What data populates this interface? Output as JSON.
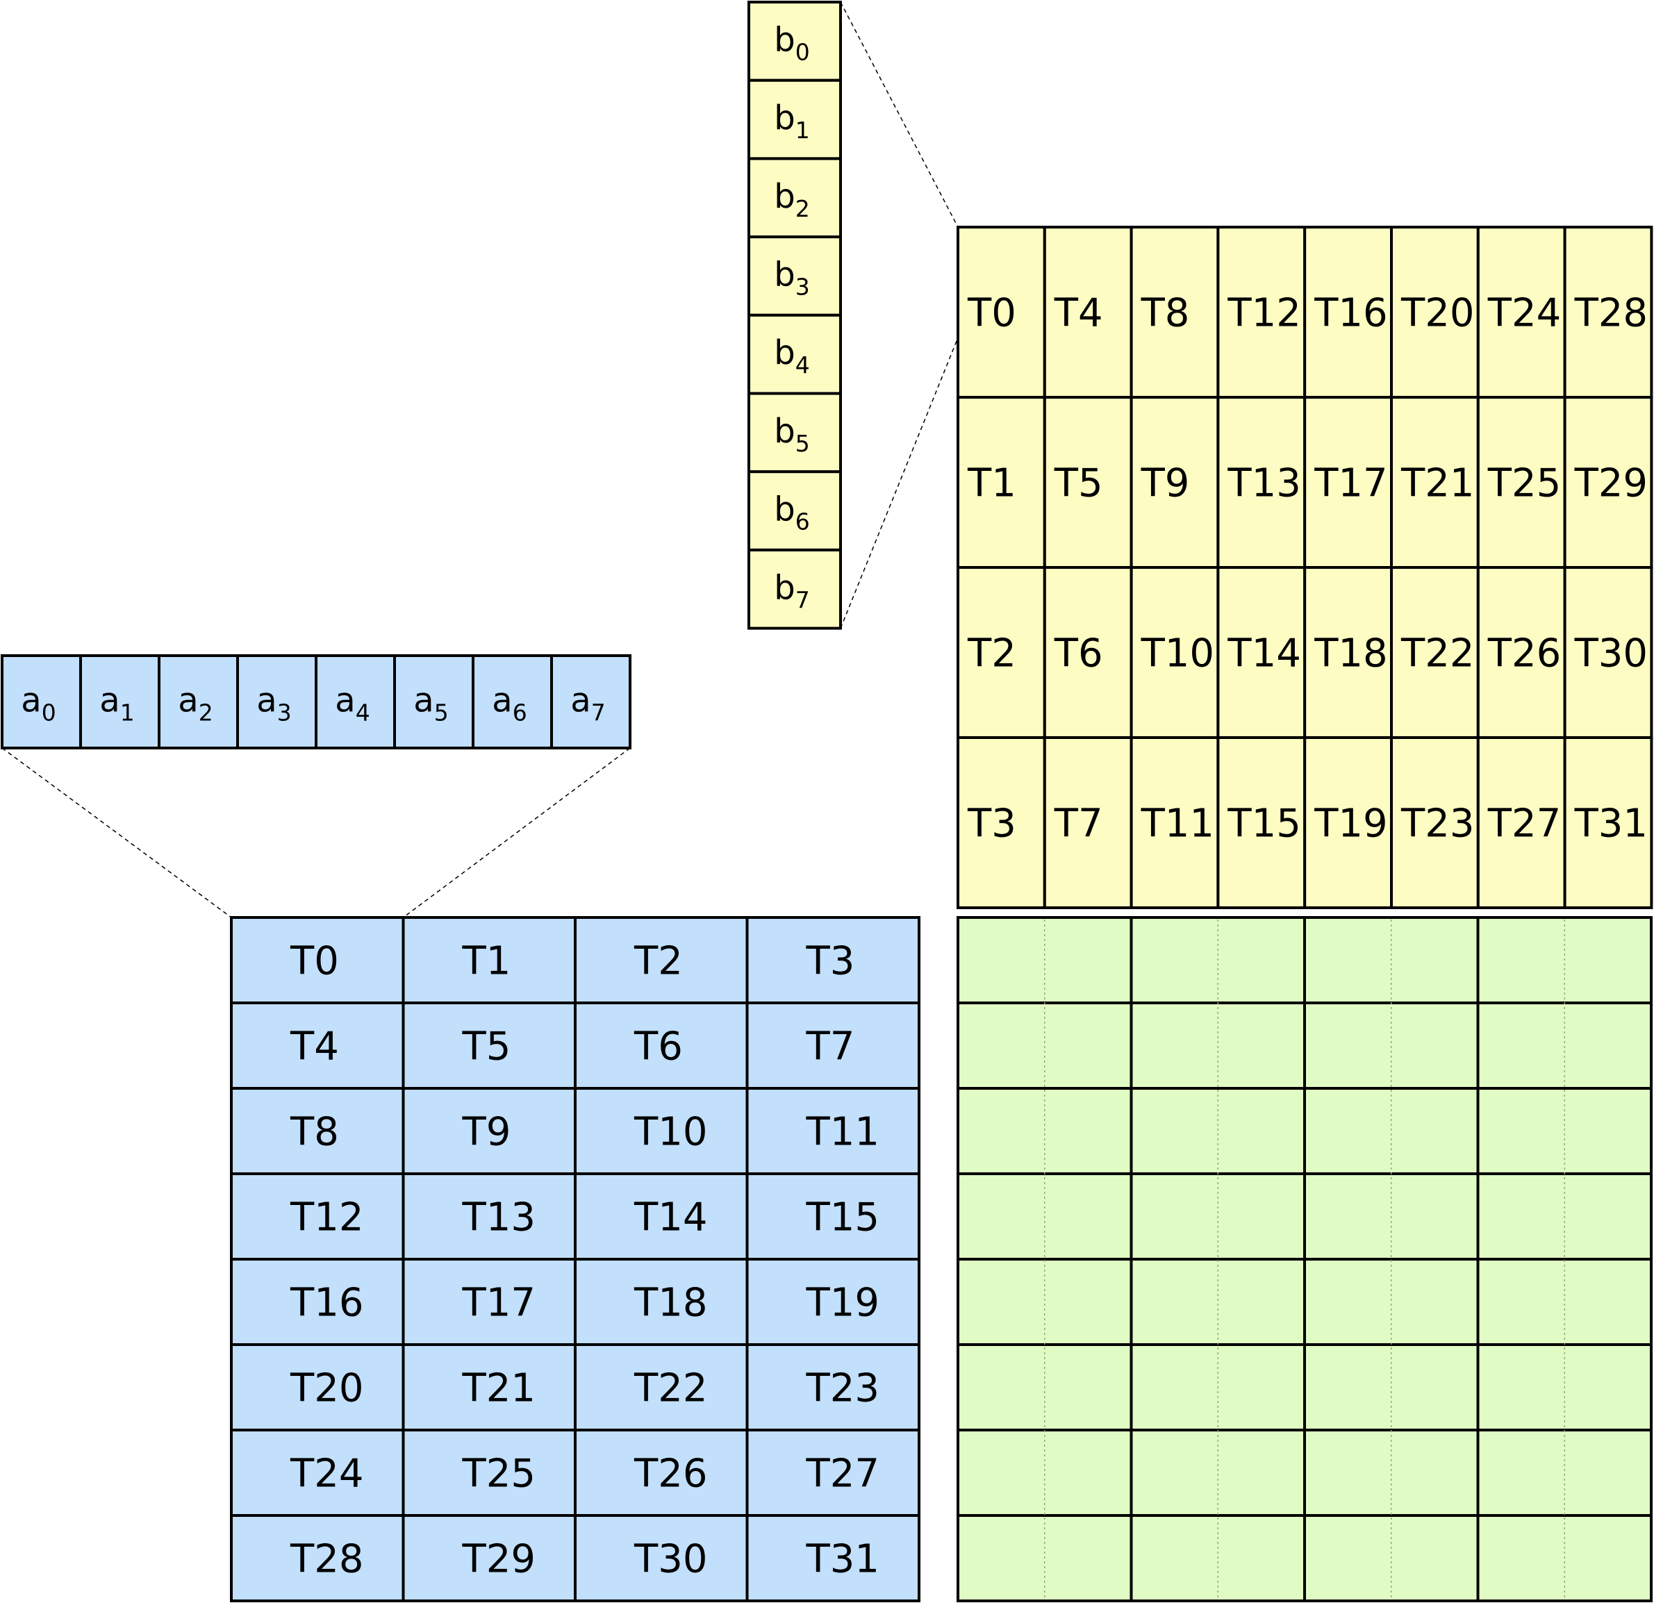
{
  "colors": {
    "a_fill": "#c2dffb",
    "b_fill": "#fdfcc3",
    "c_fill": "#e0fbc4",
    "stroke": "#000000",
    "dotted": "#9aa57a"
  },
  "vector_a": {
    "base": "a",
    "subscripts": [
      "0",
      "1",
      "2",
      "3",
      "4",
      "5",
      "6",
      "7"
    ]
  },
  "vector_b": {
    "base": "b",
    "subscripts": [
      "0",
      "1",
      "2",
      "3",
      "4",
      "5",
      "6",
      "7"
    ]
  },
  "matrix_b_threads": [
    [
      "T0",
      "T4",
      "T8",
      "T12",
      "T16",
      "T20",
      "T24",
      "T28"
    ],
    [
      "T1",
      "T5",
      "T9",
      "T13",
      "T17",
      "T21",
      "T25",
      "T29"
    ],
    [
      "T2",
      "T6",
      "T10",
      "T14",
      "T18",
      "T22",
      "T26",
      "T30"
    ],
    [
      "T3",
      "T7",
      "T11",
      "T15",
      "T19",
      "T23",
      "T27",
      "T31"
    ]
  ],
  "matrix_a_threads": [
    [
      "T0",
      "T1",
      "T2",
      "T3"
    ],
    [
      "T4",
      "T5",
      "T6",
      "T7"
    ],
    [
      "T8",
      "T9",
      "T10",
      "T11"
    ],
    [
      "T12",
      "T13",
      "T14",
      "T15"
    ],
    [
      "T16",
      "T17",
      "T18",
      "T19"
    ],
    [
      "T20",
      "T21",
      "T22",
      "T23"
    ],
    [
      "T24",
      "T25",
      "T26",
      "T27"
    ],
    [
      "T28",
      "T29",
      "T30",
      "T31"
    ]
  ],
  "matrix_c": {
    "rows": 8,
    "cols": 4,
    "subdivisions_per_col": 2
  }
}
